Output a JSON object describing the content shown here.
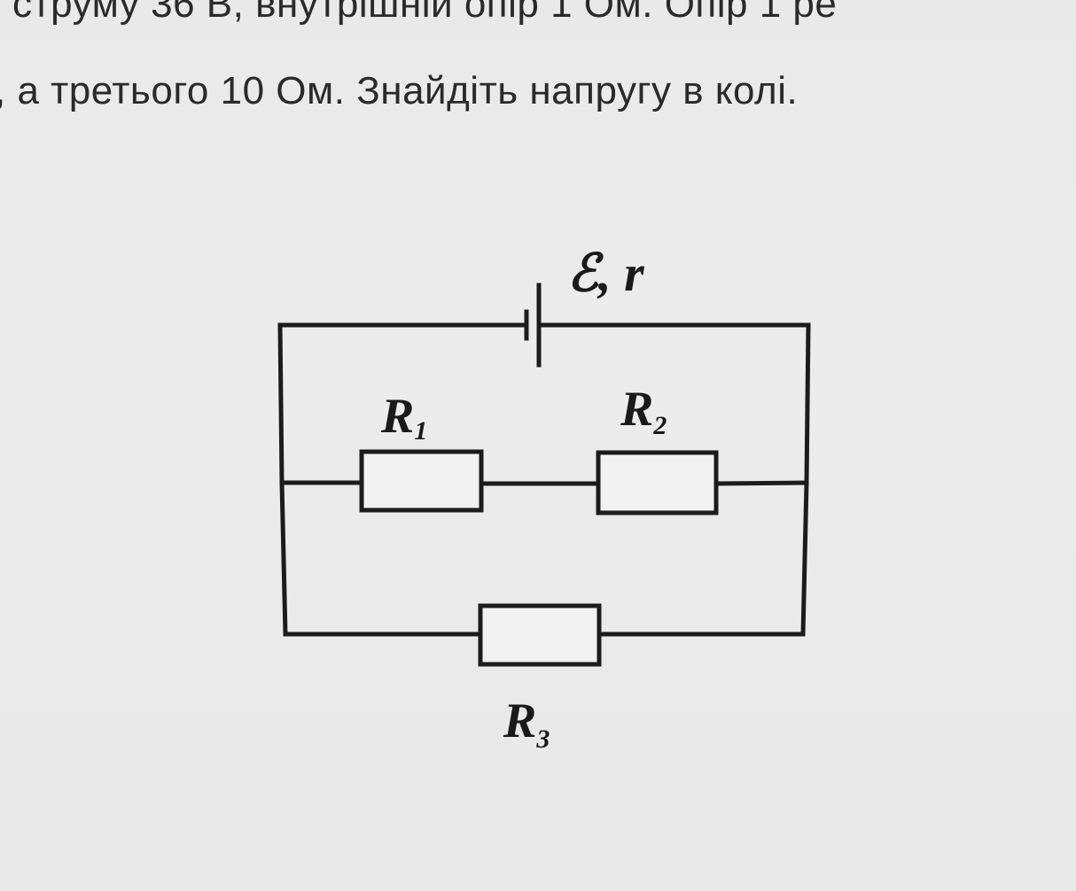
{
  "problem_text": {
    "line1": "струму 36 В, внутрішній опір 1 Ом. Опір 1 ре",
    "line2": ", а третього 10 Ом. Знайдіть напругу в колі."
  },
  "circuit": {
    "battery_label": "ℰ, r",
    "resistors": [
      {
        "name": "R",
        "sub": "1"
      },
      {
        "name": "R",
        "sub": "2"
      },
      {
        "name": "R",
        "sub": "3"
      }
    ]
  }
}
